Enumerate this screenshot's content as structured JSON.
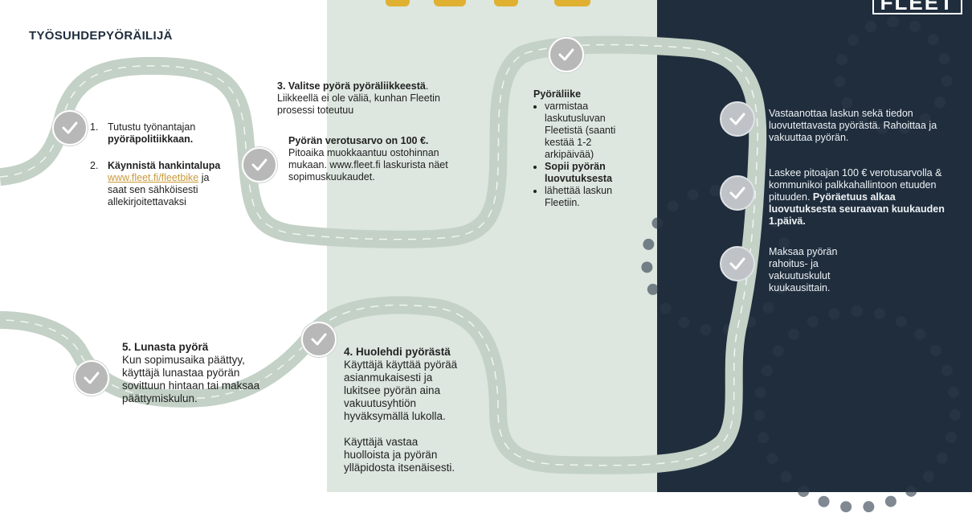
{
  "brand": {
    "logo_text": "FLEET"
  },
  "title": "TYÖSUHDEPYÖRÄILIJÄ",
  "step1": {
    "number": "1.",
    "text": "Tutustu työnantajan",
    "bold": "pyöräpolitiikkaan."
  },
  "step2": {
    "number": "2.",
    "bold": "Käynnistä hankintalupa",
    "link": "www.fleet.fi/fleetbike",
    "after_link": " ja",
    "line2": "saat sen sähköisesti",
    "line3": "allekirjoitettavaksi"
  },
  "step3": {
    "heading": "3. Valitse pyörä pyöräliikkeestä",
    "heading_end": ".",
    "body": "Liikkeellä ei ole väliä, kunhan Fleetin prosessi toteutuu",
    "vero_bold": "Pyörän verotusarvo on 100 €.",
    "vero_body": "Pitoaika muokkaantuu ostohinnan mukaan. www.fleet.fi laskurista näet sopimuskuukaudet."
  },
  "shop": {
    "heading": "Pyöräliike",
    "b1": "varmistaa laskutusluvan Fleetistä (saanti kestää 1-2 arkipäivää)",
    "b2": "Sopii pyörän luovutuksesta",
    "b3": "lähettää laskun Fleetiin."
  },
  "fleet": {
    "p1": "Vastaanottaa laskun sekä tiedon luovutettavasta pyörästä. Rahoittaa ja vakuuttaa pyörän.",
    "p2": "Laskee pitoajan 100 € verotusarvolla & kommunikoi palkkahallintoon etuuden pituuden.",
    "p2_bold": "Pyöräetuus alkaa luovutuksesta seuraavan kuukauden 1.päivä.",
    "p3": "Maksaa pyörän rahoitus- ja vakuutuskulut kuukausittain."
  },
  "step4": {
    "heading": "4. Huolehdi pyörästä",
    "body": "Käyttäjä käyttää pyörää asianmukaisesti ja lukitsee pyörän aina vakuutusyhtiön hyväksymällä lukolla.",
    "body2": "Käyttäjä vastaa huolloista ja pyörän ylläpidosta itsenäisesti."
  },
  "step5": {
    "heading": "5. Lunasta pyörä",
    "body": "Kun sopimusaika päättyy, käyttäjä lunastaa pyörän sovittuun hintaan tai maksaa päättymiskulun."
  },
  "colors": {
    "road": "#c3d1c6",
    "road_dash": "#f2f5f2",
    "mid_bg": "#dde6df",
    "dark_bg": "#1f2d3d",
    "check": "#b8b8b8",
    "accent": "#e0b030",
    "link": "#c99a3a"
  }
}
